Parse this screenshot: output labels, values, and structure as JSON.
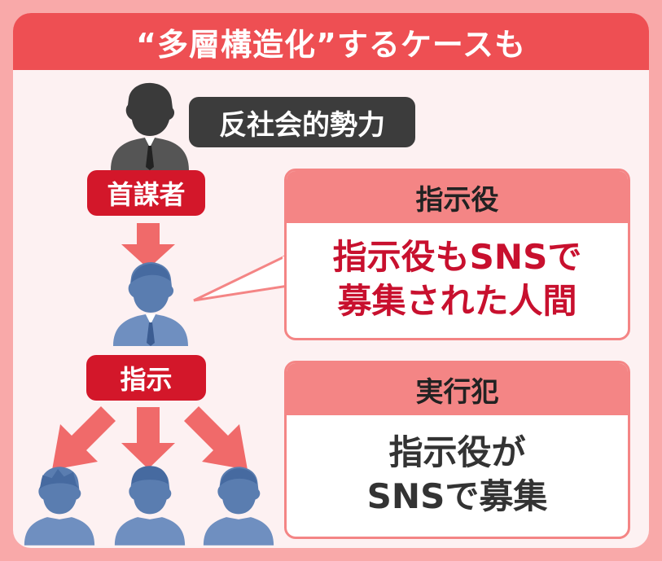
{
  "header": {
    "title": "“多層構造化”するケースも"
  },
  "top_person": {
    "label": "反社会的勢力",
    "role_tag": "首謀者"
  },
  "middle_person": {
    "role_tag": "指示"
  },
  "card_director": {
    "title": "指示役",
    "body_line1": "指示役もSNSで",
    "body_line2": "募集された人間"
  },
  "card_executor": {
    "title": "実行犯",
    "body_line1": "指示役が",
    "body_line2": "SNSで募集"
  },
  "colors": {
    "background": "#f9a9a9",
    "panel": "#fdf1f2",
    "header": "#ee4f53",
    "tag_red": "#d3172a",
    "tag_dark": "#3c3c3c",
    "card_border": "#f48585",
    "arrow": "#f06a6a",
    "person_dark": "#3a3a3a",
    "person_blue": "#5a7db0",
    "text_red": "#c8102e",
    "text_dark": "#333333"
  },
  "icons": [
    "person-dark-icon",
    "person-blue-icon",
    "arrow-down-icon"
  ]
}
